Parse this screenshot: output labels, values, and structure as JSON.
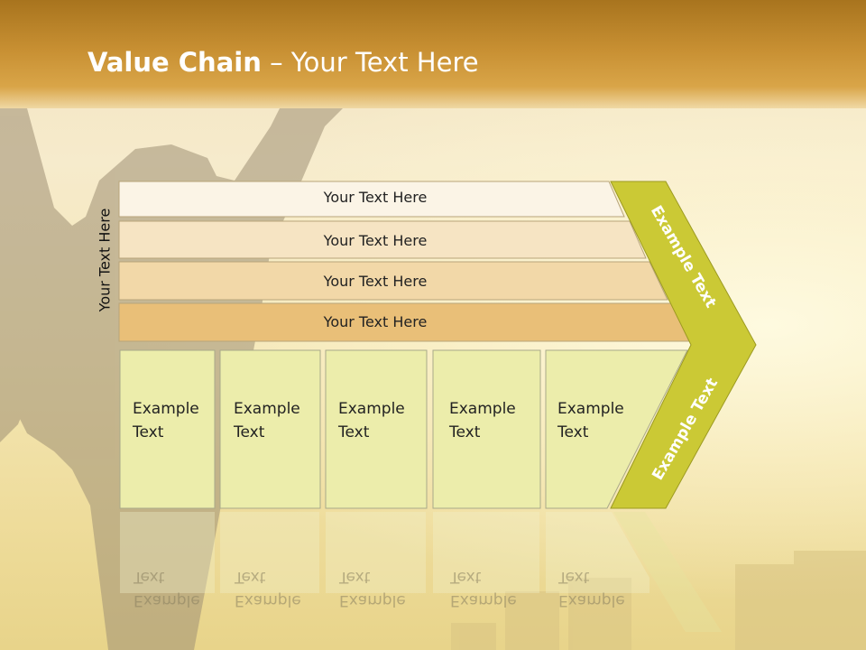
{
  "title": {
    "bold": "Value Chain",
    "rest": " – Your Text Here"
  },
  "side_label": "Your Text Here",
  "rows": [
    {
      "label": "Your Text Here",
      "color": "#fbf4e6"
    },
    {
      "label": "Your Text Here",
      "color": "#f6e4c3"
    },
    {
      "label": "Your Text Here",
      "color": "#f2d8a8"
    },
    {
      "label": "Your Text Here",
      "color": "#e9bf78"
    }
  ],
  "cells": [
    {
      "line1": "Example",
      "line2": "Text"
    },
    {
      "line1": "Example",
      "line2": "Text"
    },
    {
      "line1": "Example",
      "line2": "Text"
    },
    {
      "line1": "Example",
      "line2": "Text"
    },
    {
      "line1": "Example",
      "line2": "Text"
    }
  ],
  "arrow": {
    "upper_label": "Example Text",
    "lower_label": "Example Text",
    "color": "#cbc935"
  },
  "colors": {
    "cell_fill": "#ecedab",
    "cell_border": "#a9a98a",
    "title_bar": "#c78f32"
  }
}
